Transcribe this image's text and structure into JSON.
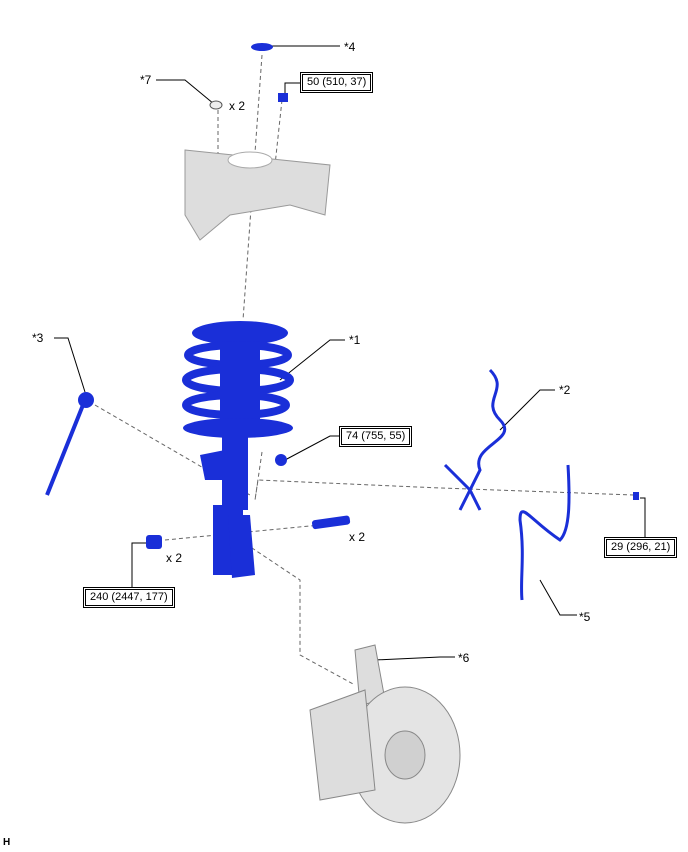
{
  "callouts": {
    "p1": "*1",
    "p2": "*2",
    "p3": "*3",
    "p4": "*4",
    "p5": "*5",
    "p6": "*6",
    "p7": "*7"
  },
  "quantities": {
    "nut_top": "x 2",
    "bolt_knuckle": "x 2",
    "nut_knuckle": "x 2"
  },
  "torques": {
    "top_nut": "50 (510, 37)",
    "stabilizer_nut": "74 (755, 55)",
    "knuckle_nut": "240 (2447, 177)",
    "hose_bolt": "29 (296, 21)"
  },
  "corner_mark": "H",
  "colors": {
    "part_blue": "#1a2fd8",
    "part_gray": "#d8d8d8",
    "line": "#000000"
  }
}
